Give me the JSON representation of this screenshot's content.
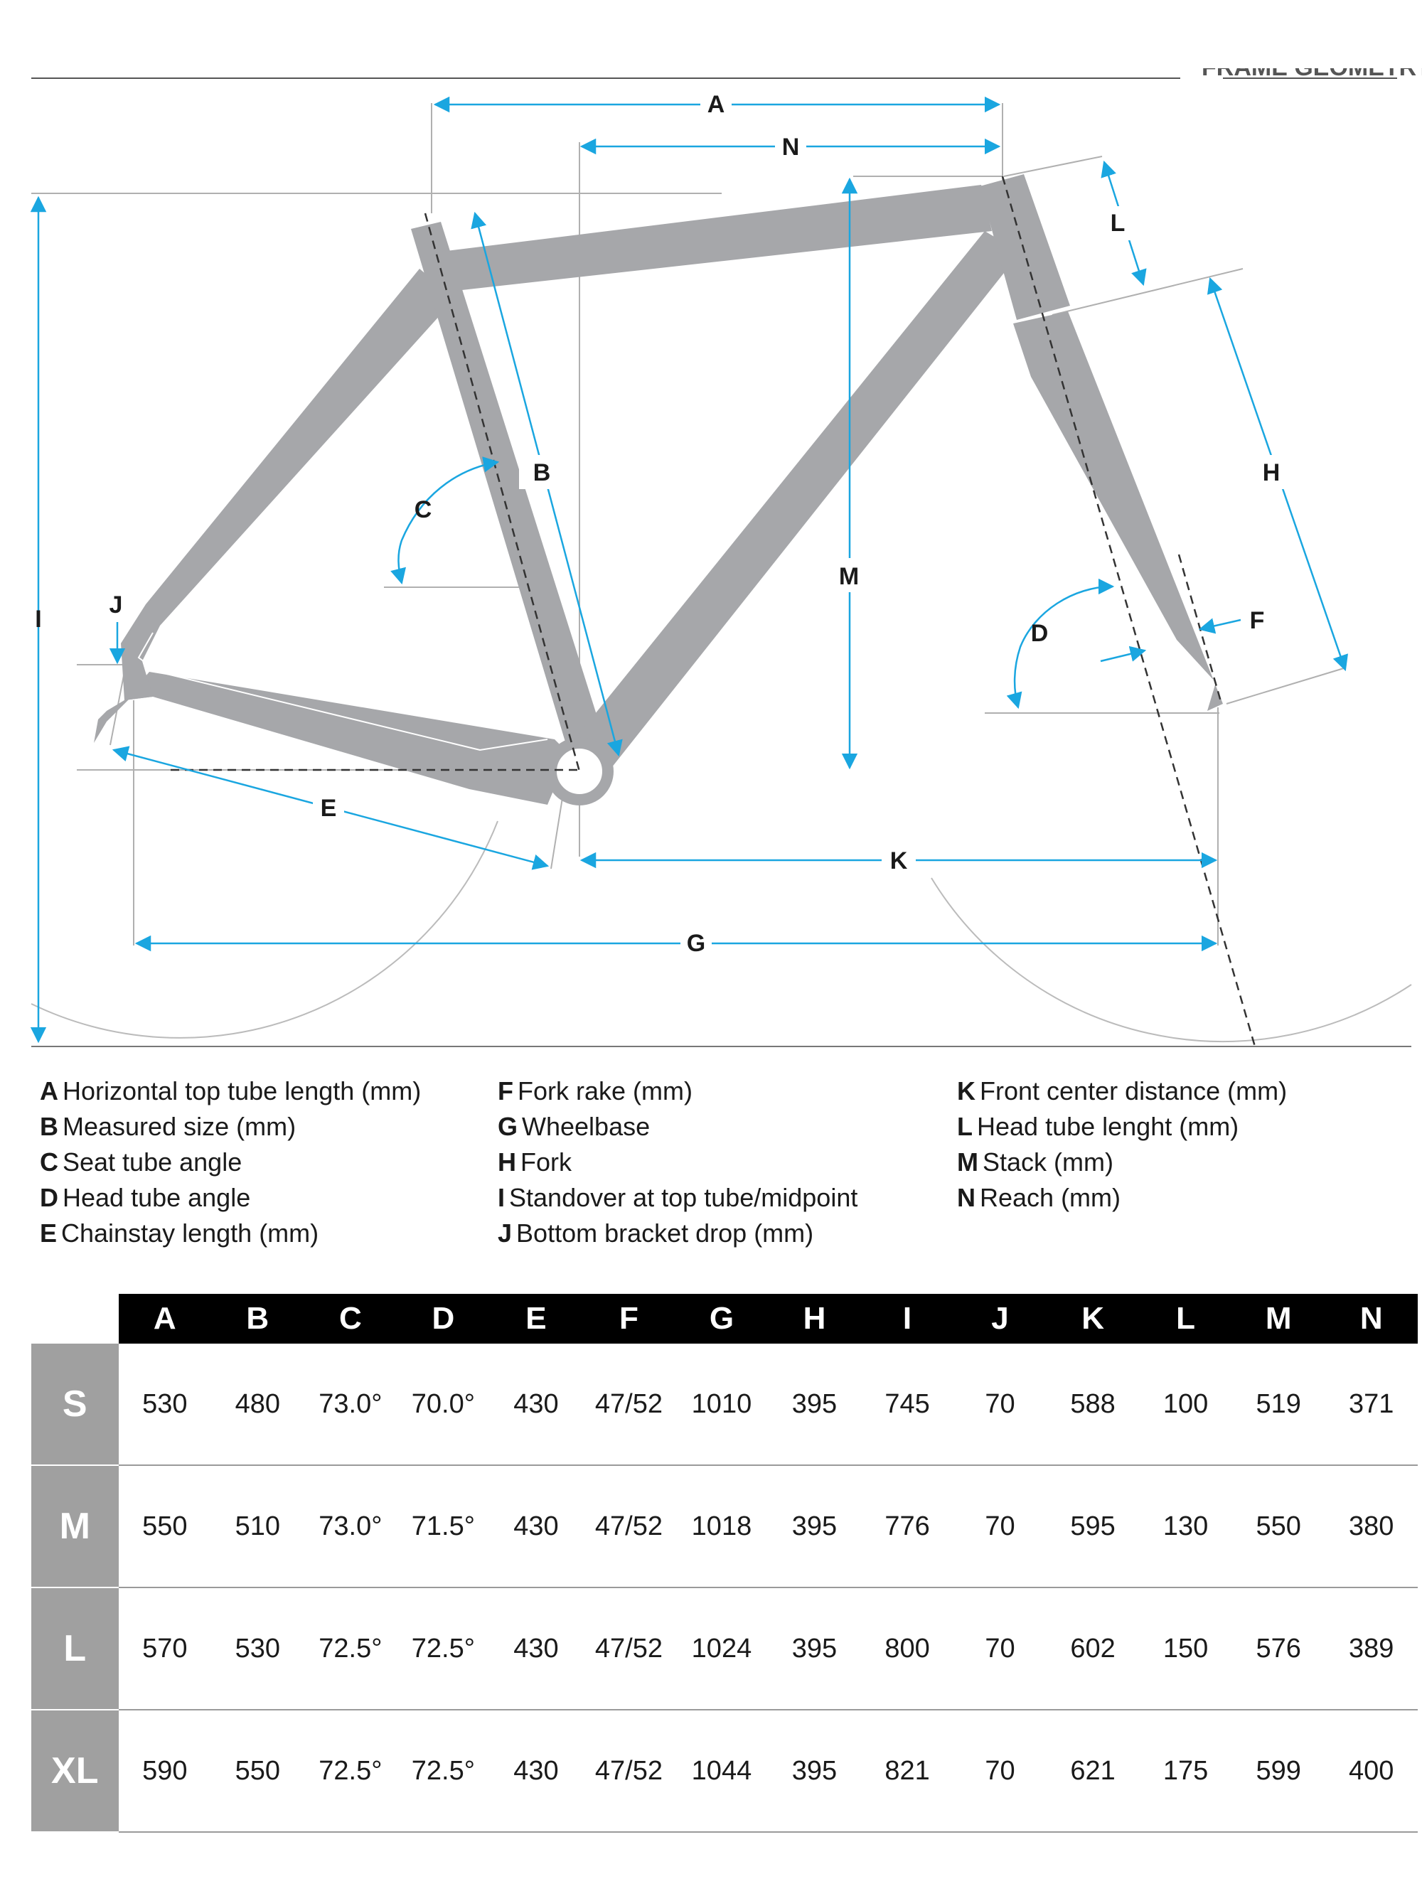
{
  "header_text": "FRAME GEOMETRY",
  "colors": {
    "frame": "#a6a7aa",
    "dimension": "#1aa6e0",
    "guide": "#b0b0b0",
    "table_header": "#000000",
    "size_cell": "#a0a0a0"
  },
  "diagram_labels": {
    "A": "A",
    "N": "N",
    "L": "L",
    "I": "I",
    "J": "J",
    "B": "B",
    "C": "C",
    "M": "M",
    "H": "H",
    "D": "D",
    "F": "F",
    "E": "E",
    "K": "K",
    "G": "G"
  },
  "legend": [
    [
      {
        "key": "A",
        "text": "Horizontal top tube length (mm)"
      },
      {
        "key": "B",
        "text": "Measured size (mm)"
      },
      {
        "key": "C",
        "text": "Seat tube angle"
      },
      {
        "key": "D",
        "text": "Head tube angle"
      },
      {
        "key": "E",
        "text": "Chainstay length (mm)"
      }
    ],
    [
      {
        "key": "F",
        "text": "Fork rake (mm)"
      },
      {
        "key": "G",
        "text": "Wheelbase"
      },
      {
        "key": "H",
        "text": "Fork"
      },
      {
        "key": "I",
        "text": "Standover at top tube/midpoint"
      },
      {
        "key": "J",
        "text": "Bottom bracket drop (mm)"
      }
    ],
    [
      {
        "key": "K",
        "text": "Front center distance (mm)"
      },
      {
        "key": "L",
        "text": "Head tube lenght (mm)"
      },
      {
        "key": "M",
        "text": "Stack (mm)"
      },
      {
        "key": "N",
        "text": "Reach (mm)"
      }
    ]
  ],
  "table": {
    "columns": [
      "A",
      "B",
      "C",
      "D",
      "E",
      "F",
      "G",
      "H",
      "I",
      "J",
      "K",
      "L",
      "M",
      "N"
    ],
    "rows": [
      {
        "size": "S",
        "values": [
          "530",
          "480",
          "73.0°",
          "70.0°",
          "430",
          "47/52",
          "1010",
          "395",
          "745",
          "70",
          "588",
          "100",
          "519",
          "371"
        ]
      },
      {
        "size": "M",
        "values": [
          "550",
          "510",
          "73.0°",
          "71.5°",
          "430",
          "47/52",
          "1018",
          "395",
          "776",
          "70",
          "595",
          "130",
          "550",
          "380"
        ]
      },
      {
        "size": "L",
        "values": [
          "570",
          "530",
          "72.5°",
          "72.5°",
          "430",
          "47/52",
          "1024",
          "395",
          "800",
          "70",
          "602",
          "150",
          "576",
          "389"
        ]
      },
      {
        "size": "XL",
        "values": [
          "590",
          "550",
          "72.5°",
          "72.5°",
          "430",
          "47/52",
          "1044",
          "395",
          "821",
          "70",
          "621",
          "175",
          "599",
          "400"
        ]
      }
    ]
  }
}
